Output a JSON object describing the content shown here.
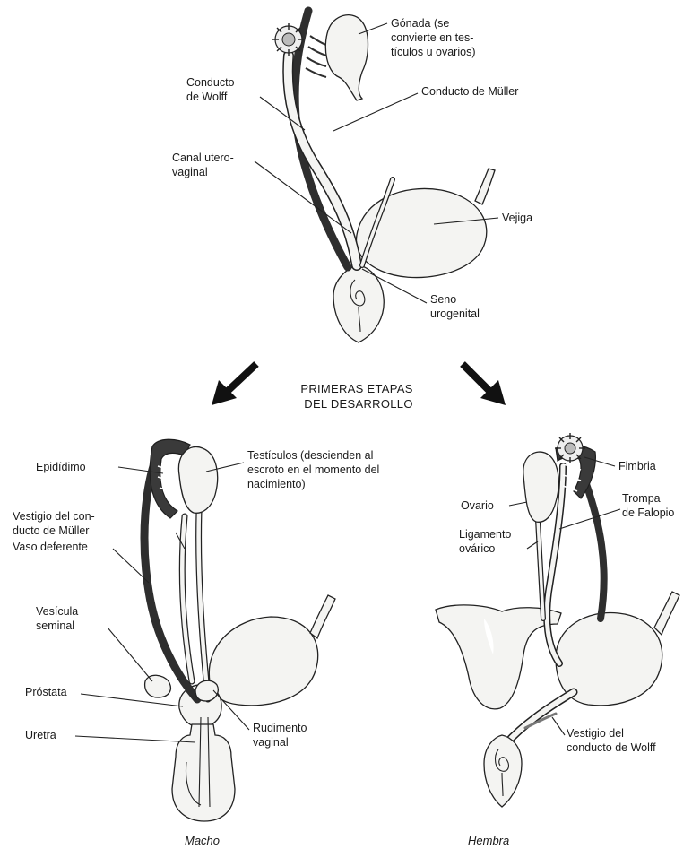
{
  "labels": {
    "gonada": [
      "Gónada (se",
      "convierte en tes-",
      "tículos u ovarios)"
    ],
    "wolff": [
      "Conducto",
      "de Wolff"
    ],
    "muller": "Conducto de Müller",
    "canal": [
      "Canal utero-",
      "vaginal"
    ],
    "vejiga": "Vejiga",
    "seno": [
      "Seno",
      "urogenital"
    ],
    "primeras": [
      "PRIMERAS ETAPAS",
      "DEL DESARROLLO"
    ],
    "epididimo": "Epidídimo",
    "testiculos": [
      "Testículos (descienden al",
      "escroto en el momento del",
      "nacimiento)"
    ],
    "vestigio_muller": [
      "Vestigio del con-",
      "ducto de Müller"
    ],
    "vaso": "Vaso deferente",
    "vesicula": [
      "Vesícula",
      "seminal"
    ],
    "prostata": "Próstata",
    "uretra": "Uretra",
    "rudimento": [
      "Rudimento",
      "vaginal"
    ],
    "macho": "Macho",
    "fimbria": "Fimbria",
    "ovario": "Ovario",
    "trompa": [
      "Trompa",
      "de Falopio"
    ],
    "ligamento": [
      "Ligamento",
      "ovárico"
    ],
    "vestigio_wolff": [
      "Vestigio del",
      "conducto de Wolff"
    ],
    "hembra": "Hembra"
  }
}
